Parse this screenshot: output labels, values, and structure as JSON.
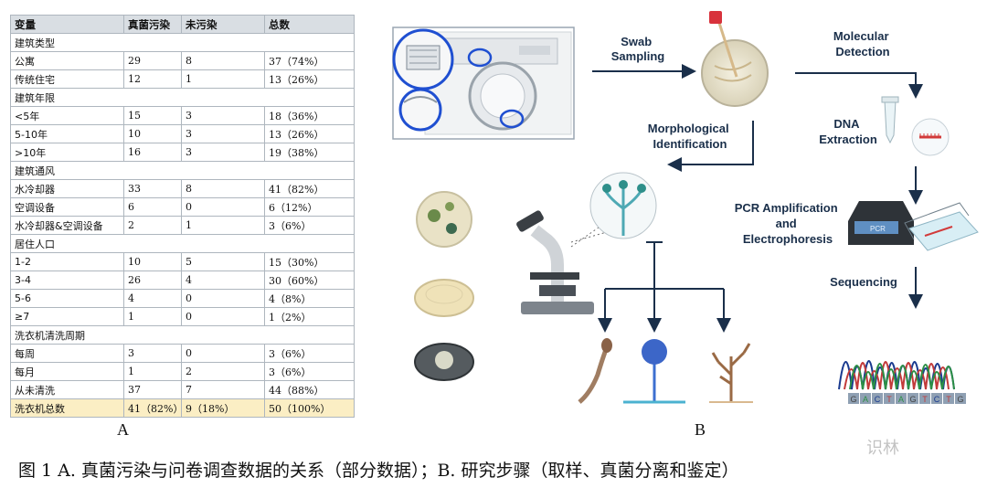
{
  "table": {
    "headers": [
      "变量",
      "真菌污染",
      "未污染",
      "总数"
    ],
    "sections": [
      {
        "title": "建筑类型",
        "rows": [
          [
            "公寓",
            "29",
            "8",
            "37（74%）"
          ],
          [
            "传统住宅",
            "12",
            "1",
            "13（26%）"
          ]
        ]
      },
      {
        "title": "建筑年限",
        "rows": [
          [
            "<5年",
            "15",
            "3",
            "18（36%）"
          ],
          [
            "5-10年",
            "10",
            "3",
            "13（26%）"
          ],
          [
            ">10年",
            "16",
            "3",
            "19（38%）"
          ]
        ]
      },
      {
        "title": "建筑通风",
        "rows": [
          [
            "水冷却器",
            "33",
            "8",
            "41（82%）"
          ],
          [
            "空调设备",
            "6",
            "0",
            "6（12%）"
          ],
          [
            "水冷却器&空调设备",
            "2",
            "1",
            "3（6%）"
          ]
        ]
      },
      {
        "title": "居住人口",
        "rows": [
          [
            "1-2",
            "10",
            "5",
            "15（30%）"
          ],
          [
            "3-4",
            "26",
            "4",
            "30（60%）"
          ],
          [
            "5-6",
            "4",
            "0",
            "4（8%）"
          ],
          [
            "≥7",
            "1",
            "0",
            "1（2%）"
          ]
        ]
      },
      {
        "title": "洗衣机清洗周期",
        "rows": [
          [
            "每周",
            "3",
            "0",
            "3（6%）"
          ],
          [
            "每月",
            "1",
            "2",
            "3（6%）"
          ],
          [
            "从未清洗",
            "37",
            "7",
            "44（88%）"
          ]
        ]
      }
    ],
    "total_row": [
      "洗衣机总数",
      "41（82%）",
      "9（18%）",
      "50（100%）"
    ],
    "total_color": "#fbeec4",
    "header_color": "#d9dee3"
  },
  "diagram": {
    "swab": [
      "Swab",
      "Sampling"
    ],
    "molecular": [
      "Molecular",
      "Detection"
    ],
    "morph": [
      "Morphological",
      "Identification"
    ],
    "dna": [
      "DNA",
      "Extraction"
    ],
    "pcr": [
      "PCR Amplification",
      "and",
      "Electrophoresis"
    ],
    "seq": "Sequencing",
    "pcr_device": "PCR",
    "dna_letters": [
      "G",
      "A",
      "C",
      "T",
      "A",
      "G",
      "T",
      "C",
      "T",
      "G"
    ],
    "arrow_color": "#1a2f4a",
    "ring_color": "#1f4fd1"
  },
  "panel_a_label": "A",
  "panel_b_label": "B",
  "caption": "图 1 A. 真菌污染与问卷调查数据的关系（部分数据）；B. 研究步骤（取样、真菌分离和鉴定）",
  "watermark": "识林"
}
